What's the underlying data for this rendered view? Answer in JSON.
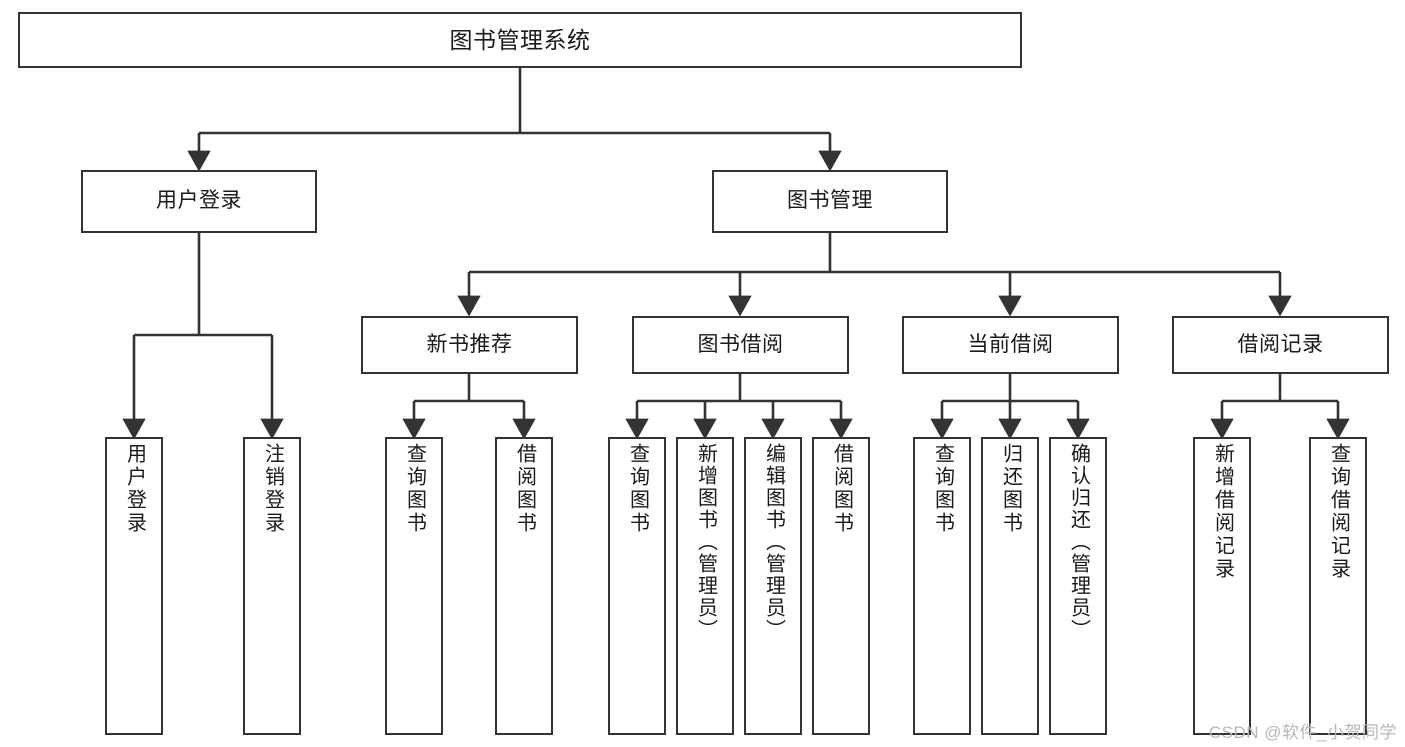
{
  "diagram": {
    "title": "图书管理系统",
    "type": "tree-hierarchy-diagram",
    "root": {
      "label": "图书管理系统"
    },
    "level2": [
      {
        "label": "用户登录"
      },
      {
        "label": "图书管理"
      }
    ],
    "level3": [
      {
        "label": "新书推荐"
      },
      {
        "label": "图书借阅"
      },
      {
        "label": "当前借阅"
      },
      {
        "label": "借阅记录"
      }
    ],
    "leaves": {
      "user_login": [
        {
          "label": "用户登录"
        },
        {
          "label": "注销登录"
        }
      ],
      "new_book_recommend": [
        {
          "label": "查询图书"
        },
        {
          "label": "借阅图书"
        }
      ],
      "book_borrow": [
        {
          "label": "查询图书"
        },
        {
          "label": "新增图书（管理员）"
        },
        {
          "label": "编辑图书（管理员）"
        },
        {
          "label": "借阅图书"
        }
      ],
      "current_borrow": [
        {
          "label": "查询图书"
        },
        {
          "label": "归还图书"
        },
        {
          "label": "确认归还（管理员）"
        }
      ],
      "borrow_record": [
        {
          "label": "新增借阅记录"
        },
        {
          "label": "查询借阅记录"
        }
      ]
    }
  },
  "watermark": {
    "text": "CSDN @软件_小贺同学"
  },
  "colors": {
    "stroke": "#333333",
    "background": "#ffffff",
    "text": "#1a1a1a",
    "watermark": "#b8b8b8"
  }
}
